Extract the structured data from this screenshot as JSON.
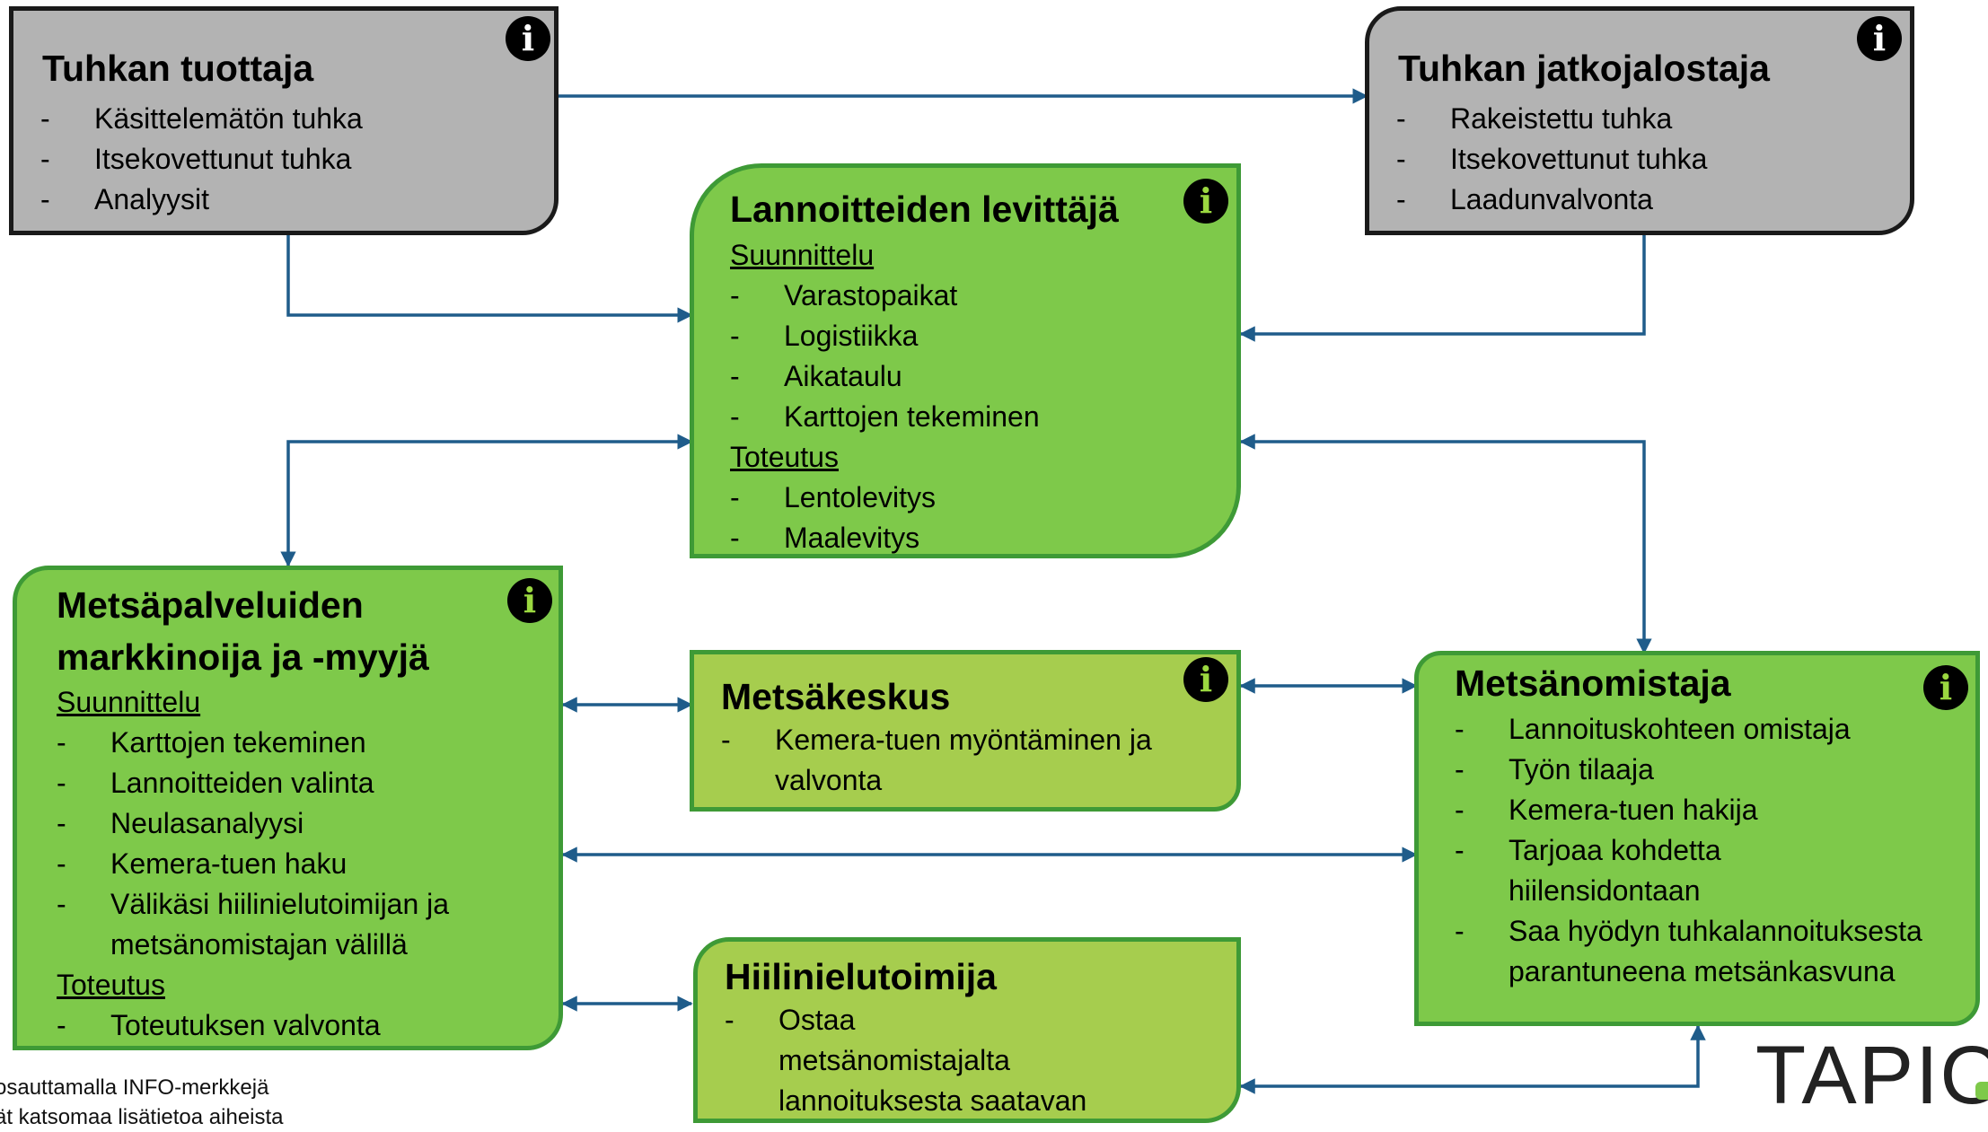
{
  "nodes": {
    "tuottaja": {
      "title": "Tuhkan tuottaja",
      "items": [
        "Käsittelemätön tuhka",
        "Itsekovettunut tuhka",
        "Analyysit"
      ]
    },
    "jatkojalostaja": {
      "title": "Tuhkan jatkojalostaja",
      "items": [
        "Rakeistettu tuhka",
        "Itsekovettunut tuhka",
        "Laadunvalvonta"
      ]
    },
    "levittaja": {
      "title": "Lannoitteiden levittäjä",
      "section1": "Suunnittelu",
      "section1_items": [
        "Varastopaikat",
        "Logistiikka",
        "Aikataulu",
        "Karttojen tekeminen"
      ],
      "section2": "Toteutus",
      "section2_items": [
        "Lentolevitys",
        "Maalevitys"
      ]
    },
    "markkinoija": {
      "title": "Metsäpalveluiden markkinoija ja -myyjä",
      "section1": "Suunnittelu",
      "section1_items": [
        "Karttojen tekeminen",
        "Lannoitteiden valinta",
        "Neulasanalyysi",
        "Kemera-tuen haku",
        "Välikäsi hiilinielutoimijan ja metsänomistajan välillä"
      ],
      "section2": "Toteutus",
      "section2_items": [
        "Toteutuksen valvonta"
      ]
    },
    "metsakeskus": {
      "title": "Metsäkeskus",
      "items": [
        "Kemera-tuen myöntäminen ja valvonta"
      ]
    },
    "metsanomistaja": {
      "title": "Metsänomistaja",
      "items": [
        "Lannoituskohteen omistaja",
        "Työn tilaaja",
        "Kemera-tuen hakija",
        "Tarjoaa kohdetta hiilensidontaan",
        "Saa hyödyn tuhkalannoituksesta parantuneena metsänkasvuna"
      ]
    },
    "hiilinielu": {
      "title": "Hiilinielutoimija",
      "items": [
        "Ostaa metsänomistajalta lannoituksesta saatavan lisähiilinielun"
      ]
    }
  },
  "info_glyph": "i",
  "footnote": {
    "line1": "osauttamalla INFO-merkkejä",
    "line2": "ät katsomaa lisätietoa aiheista"
  },
  "logo": "TAPIO",
  "colors": {
    "gray_box": "#b3b3b3",
    "green_box": "#7ec94a",
    "light_green_box": "#a6cd4e",
    "green_border": "#3e9a36",
    "arrow": "#1f5c8a"
  }
}
